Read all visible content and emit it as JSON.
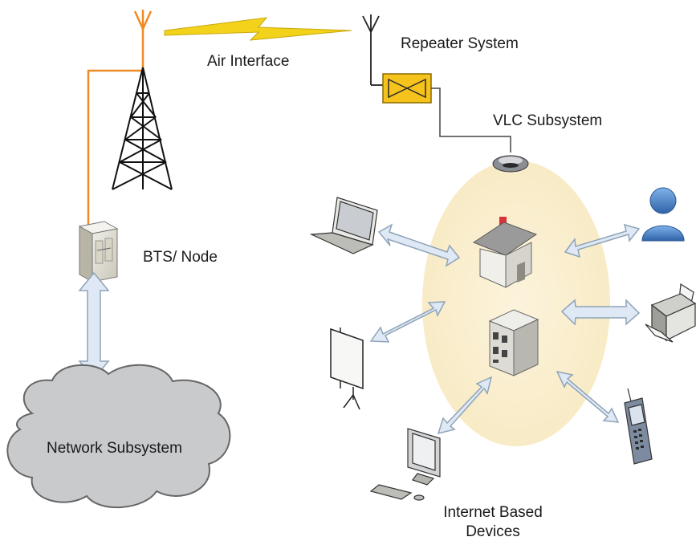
{
  "labels": {
    "air_interface": "Air Interface",
    "repeater_system": "Repeater System",
    "vlc_subsystem": "VLC Subsystem",
    "bts_node": "BTS/ Node",
    "network_subsystem": "Network Subsystem",
    "internet_devices_line1": "Internet Based",
    "internet_devices_line2": "Devices"
  },
  "colors": {
    "feed_line": "#f08a24",
    "zigzag": "#f2d21a",
    "repeater_box": "#f6c21c",
    "cloud": "#c8cacc",
    "arrow_fill": "#dfe9f5",
    "arrow_stroke": "#8fa3b8",
    "coverage_zone": "#fbf1d4",
    "user_icon": "#3f7cc4"
  },
  "icons": [
    "bts-antenna-icon",
    "tower-icon",
    "bts-cabinet-icon",
    "repeater-antenna-icon",
    "repeater-box-icon",
    "vlc-light-icon",
    "house-icon",
    "building-icon",
    "laptop-icon",
    "user-icon",
    "projector-screen-icon",
    "printer-icon",
    "desktop-computer-icon",
    "mobile-phone-icon",
    "cloud-icon"
  ]
}
